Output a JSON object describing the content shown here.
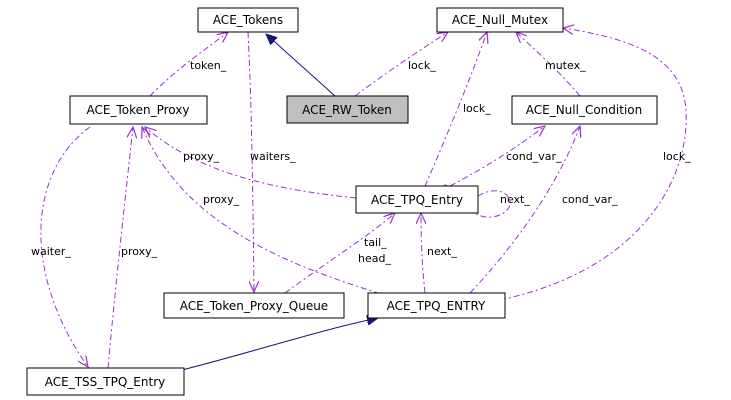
{
  "colors": {
    "usage_edge": "#9a32cd",
    "inherit_edge": "#191970",
    "focus_fill": "#bfbfbf",
    "node_border": "#000000"
  },
  "nodes": {
    "ace_tokens": "ACE_Tokens",
    "ace_null_mutex": "ACE_Null_Mutex",
    "ace_rw_token": "ACE_RW_Token",
    "ace_token_proxy": "ACE_Token_Proxy",
    "ace_null_condition": "ACE_Null_Condition",
    "ace_tpq_entry": "ACE_TPQ_Entry",
    "ace_token_proxy_queue": "ACE_Token_Proxy_Queue",
    "ace_tpq_entry_typedef": "ACE_TPQ_ENTRY",
    "ace_tss_tpq_entry": "ACE_TSS_TPQ_Entry"
  },
  "edge_labels": {
    "token": "token_",
    "lock_rw": "lock_",
    "mutex": "mutex_",
    "lock_tpq": "lock_",
    "proxy_a": "proxy_",
    "waiters": "waiters_",
    "cond_var_a": "cond_var_",
    "proxy_b": "proxy_",
    "next_self": "next_",
    "cond_var_b": "cond_var_",
    "lock_entry": "lock_",
    "waiter": "waiter_",
    "proxy_c": "proxy_",
    "tail": "tail_",
    "head": "head_",
    "next_entry": "next_"
  }
}
